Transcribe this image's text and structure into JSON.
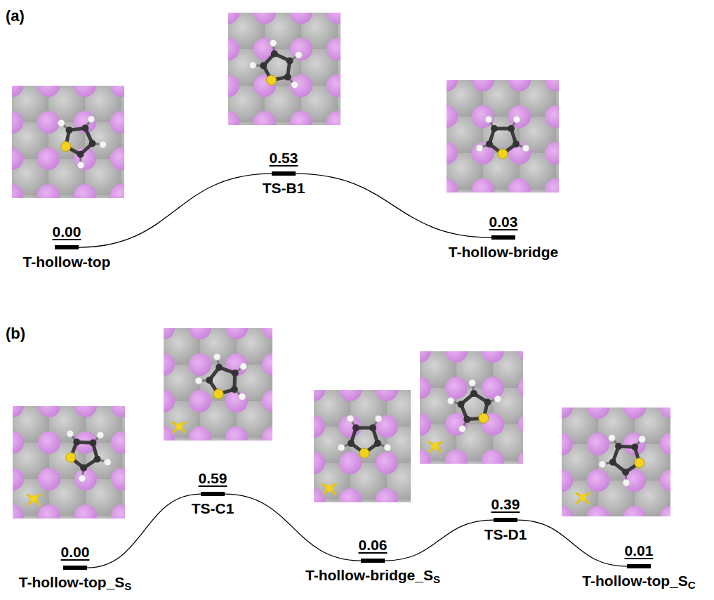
{
  "diagram": {
    "nodes": [
      {
        "text": [
          "0.00",
          "T-hollow-top"
        ]
      },
      {
        "text": [
          "0.53",
          "TS-B1"
        ]
      },
      {
        "text": [
          "0.03",
          "T-hollow-bridge"
        ]
      },
      {
        "text": [
          "0.00",
          "T-hollow-top_SS"
        ]
      },
      {
        "text": [
          "0.59",
          "TS-C1"
        ]
      },
      {
        "text": [
          "0.06",
          "T-hollow-bridge_SS"
        ]
      },
      {
        "text": [
          "0.39",
          "TS-D1"
        ]
      },
      {
        "text": [
          "0.01",
          "T-hollow-top_SC"
        ]
      }
    ],
    "edges": [
      {
        "from": 0,
        "to": 1,
        "arrow": "none"
      },
      {
        "from": 1,
        "to": 2,
        "arrow": "none"
      },
      {
        "from": 3,
        "to": 4,
        "arrow": "none"
      },
      {
        "from": 4,
        "to": 5,
        "arrow": "none"
      },
      {
        "from": 5,
        "to": 6,
        "arrow": "none"
      },
      {
        "from": 6,
        "to": 7,
        "arrow": "none"
      }
    ],
    "labels": [
      "(a)",
      "(b)"
    ]
  }
}
